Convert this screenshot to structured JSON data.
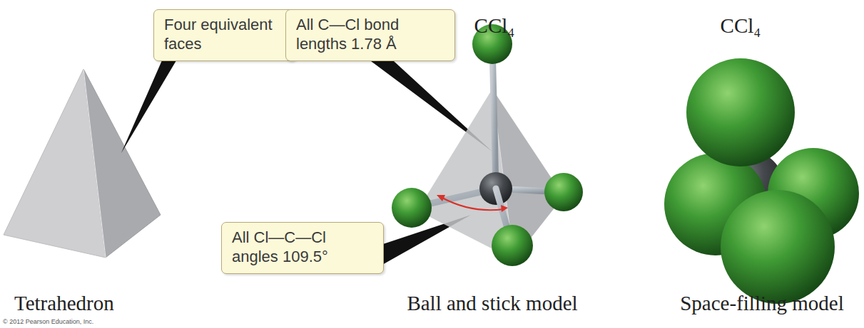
{
  "diagram": {
    "nodes": [
      {
        "text": [
          "Four equivalent faces"
        ]
      },
      {
        "text": [
          "All C—Cl bond lengths 1.78 Å"
        ]
      },
      {
        "text": [
          "All Cl—C—Cl angles 109.5°"
        ]
      }
    ],
    "labels": [
      "CCl₄",
      "CCl₄",
      "Tetrahedron",
      "Ball and stick model",
      "Space-filling model",
      "© 2012 Pearson Education, Inc."
    ]
  }
}
